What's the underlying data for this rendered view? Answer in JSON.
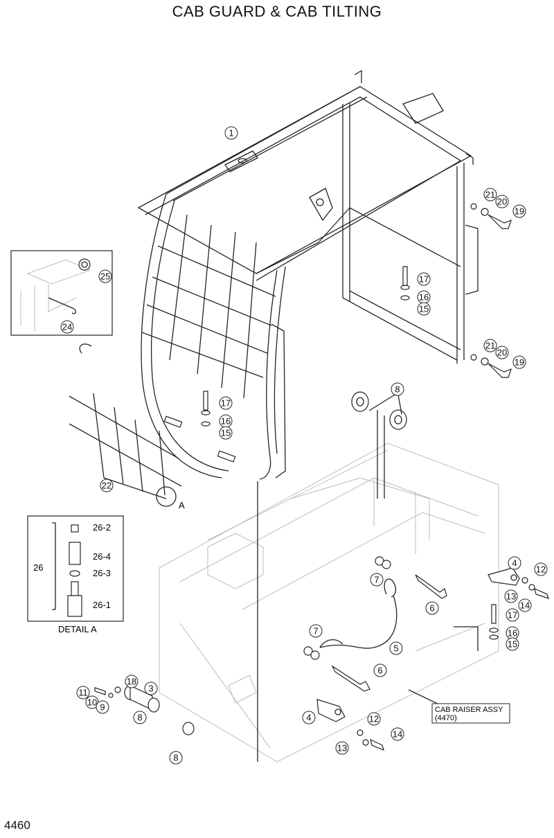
{
  "title": "CAB GUARD & CAB TILTING",
  "page_number": "4460",
  "detail_a": {
    "caption": "DETAIL A",
    "group_label": "26",
    "parts": [
      "26-2",
      "26-4",
      "26-3",
      "26-1"
    ]
  },
  "detail_marker": "A",
  "assembly_note": {
    "line1": "CAB RAISER ASSY",
    "line2": "(4470)"
  },
  "callouts": {
    "c1": "1",
    "c19a": "19",
    "c20a": "20",
    "c21a": "21",
    "c17a": "17",
    "c16a": "16",
    "c15a": "15",
    "c19b": "19",
    "c20b": "20",
    "c21b": "21",
    "c25": "25",
    "c24": "24",
    "c8a": "8",
    "c17b": "17",
    "c16b": "16",
    "c15b": "15",
    "c22": "22",
    "c4a": "4",
    "c12a": "12",
    "c13a": "13",
    "c14a": "14",
    "c7a": "7",
    "c6a": "6",
    "c17c": "17",
    "c16c": "16",
    "c15c": "15",
    "c7b": "7",
    "c5": "5",
    "c6b": "6",
    "c11": "11",
    "c18": "18",
    "c3": "3",
    "c10": "10",
    "c9": "9",
    "c8b": "8",
    "c8c": "8",
    "c4b": "4",
    "c12b": "12",
    "c13b": "13",
    "c14b": "14"
  }
}
